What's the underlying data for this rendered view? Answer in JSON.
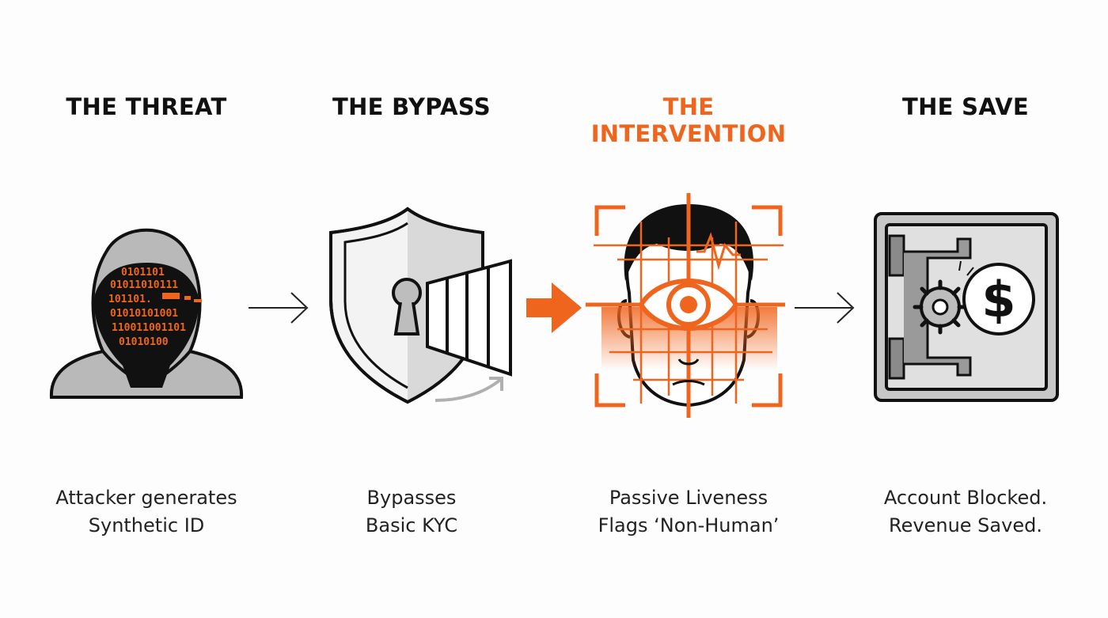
{
  "steps": [
    {
      "title": "THE THREAT",
      "caption_line1": "Attacker generates",
      "caption_line2": "Synthetic ID",
      "icon": "hooded-hacker-icon"
    },
    {
      "title": "THE BYPASS",
      "caption_line1": "Bypasses",
      "caption_line2": "Basic KYC",
      "icon": "shield-keyhole-icon"
    },
    {
      "title": "THE INTERVENTION",
      "caption_line1": "Passive Liveness",
      "caption_line2": "Flags ‘Non-Human’",
      "icon": "face-scan-icon"
    },
    {
      "title": "THE SAVE",
      "caption_line1": "Account Blocked.",
      "caption_line2": "Revenue Saved.",
      "icon": "vault-icon"
    }
  ],
  "hacker_binary": [
    "0101101",
    "01011010111",
    "101101.",
    "01010101001",
    "110011001101",
    "01010100"
  ],
  "vault_symbol": "$",
  "colors": {
    "accent": "#f0651e",
    "ink": "#111111",
    "gray": "#b8b8b8"
  }
}
